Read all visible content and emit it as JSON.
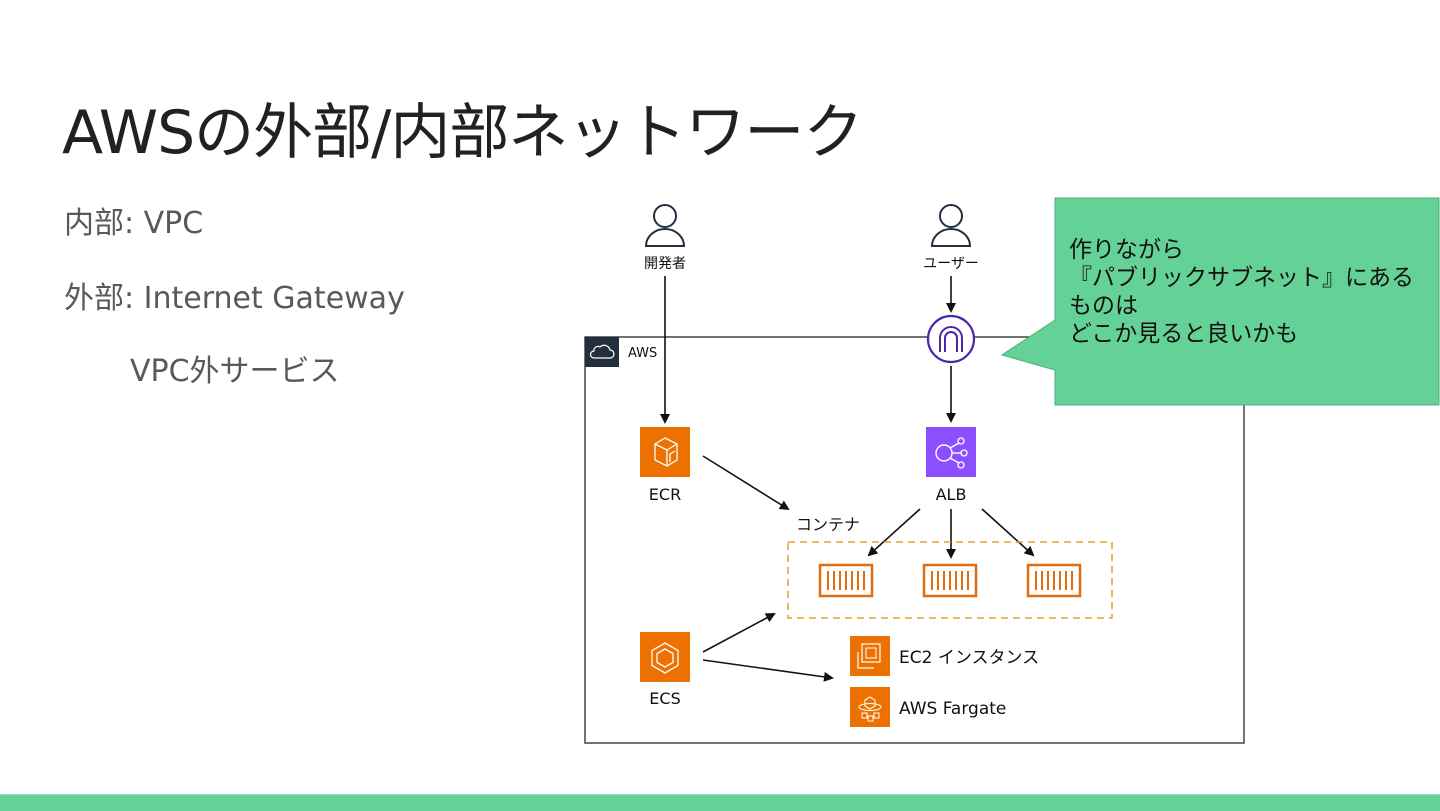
{
  "slide": {
    "title": "AWSの外部/内部ネットワーク",
    "bullets": [
      {
        "text": "内部: VPC",
        "level": 1
      },
      {
        "text": "外部: Internet Gateway",
        "level": 1
      },
      {
        "text": "VPC外サービス",
        "level": 2
      }
    ],
    "accent_color": "#64d297"
  },
  "diagram": {
    "aws_group_label": "AWS",
    "actors": {
      "developer": "開発者",
      "user": "ユーザー"
    },
    "services": {
      "ecr": "ECR",
      "alb": "ALB",
      "ecs": "ECS",
      "ec2": "EC2 インスタンス",
      "fargate": "AWS Fargate"
    },
    "container_group_label": "コンテナ",
    "container_count": 3,
    "colors": {
      "compute_orange": "#ed7100",
      "network_purple": "#8c4fff",
      "igw_purple": "#4d27aa",
      "group_dark": "#232f3e",
      "container_dash": "#e7a13a"
    }
  },
  "callout": {
    "lines": [
      "作りながら",
      "『パブリックサブネット』にある",
      "ものは",
      "どこか見ると良いかも"
    ],
    "fill": "#64d297"
  }
}
